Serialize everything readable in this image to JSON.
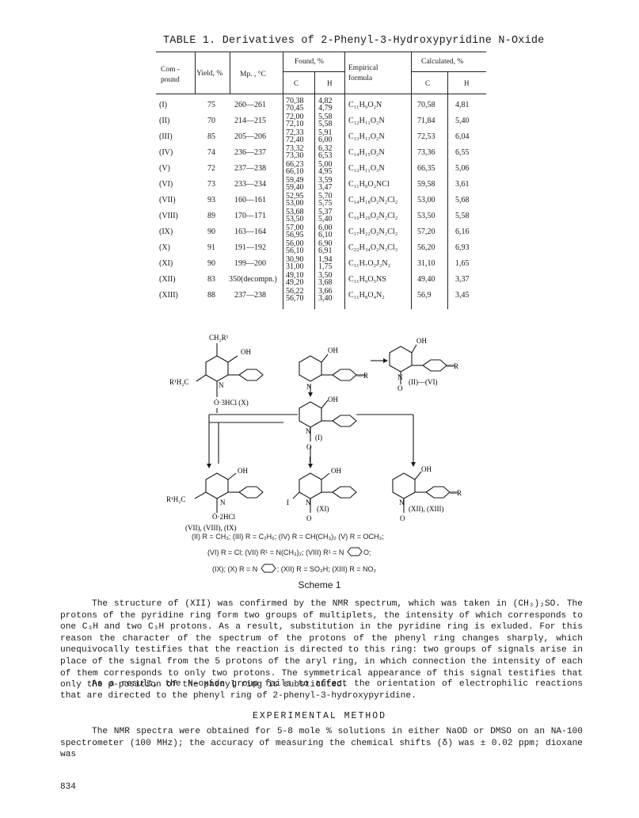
{
  "table": {
    "title": "TABLE 1. Derivatives of 2-Phenyl-3-Hydroxypyridine N-Oxide",
    "headers": {
      "compound": "Com-\npound",
      "compound_l1": "Com -",
      "compound_l2": "pound",
      "yield": "Yield, %",
      "mp": "Mp. , °C",
      "found": "Found, %",
      "found_c": "C",
      "found_h": "H",
      "formula_l1": "Empirical",
      "formula_l2": "formula",
      "calc": "Calculated, %",
      "calc_c": "C",
      "calc_h": "H"
    },
    "rows": [
      {
        "compound": "(I)",
        "yield": "75",
        "mp": "260—261",
        "found_c": [
          "70,38",
          "70,45"
        ],
        "found_h": [
          "4,82",
          "4,79"
        ],
        "formula": "C₁₁H₉O₂N",
        "calc_c": "70,58",
        "calc_h": "4,81"
      },
      {
        "compound": "(II)",
        "yield": "70",
        "mp": "214—215",
        "found_c": [
          "72,00",
          "72,10"
        ],
        "found_h": [
          "5,58",
          "5,58"
        ],
        "formula": "C₁₂H₁₁O₂N",
        "calc_c": "71,84",
        "calc_h": "5,40"
      },
      {
        "compound": "(III)",
        "yield": "85",
        "mp": "205—206",
        "found_c": [
          "72,33",
          "72,40"
        ],
        "found_h": [
          "5,91",
          "6,00"
        ],
        "formula": "C₁₃H₁₃O₂N",
        "calc_c": "72,53",
        "calc_h": "6,04"
      },
      {
        "compound": "(IV)",
        "yield": "74",
        "mp": "236—237",
        "found_c": [
          "73,32",
          "73,30"
        ],
        "found_h": [
          "6,32",
          "6,53"
        ],
        "formula": "C₁₄H₁₅O₂N",
        "calc_c": "73,36",
        "calc_h": "6,55"
      },
      {
        "compound": "(V)",
        "yield": "72",
        "mp": "237—238",
        "found_c": [
          "66,23",
          "66,10"
        ],
        "found_h": [
          "5,00",
          "4,95"
        ],
        "formula": "C₁₂H₁₁O₃N",
        "calc_c": "66,35",
        "calc_h": "5,06"
      },
      {
        "compound": "(VI)",
        "yield": "73",
        "mp": "233—234",
        "found_c": [
          "59,49",
          "59,40"
        ],
        "found_h": [
          "3,59",
          "3,47"
        ],
        "formula": "C₁₁H₈O₂NCl",
        "calc_c": "59,58",
        "calc_h": "3,61"
      },
      {
        "compound": "(VII)",
        "yield": "93",
        "mp": "160—161",
        "found_c": [
          "52,95",
          "53,00"
        ],
        "found_h": [
          "5,70",
          "5,75"
        ],
        "formula": "C₁₄H₁₈O₂N₂Cl₂",
        "calc_c": "53,00",
        "calc_h": "5,68"
      },
      {
        "compound": "(VIII)",
        "yield": "89",
        "mp": "170—171",
        "found_c": [
          "53,68",
          "53,50"
        ],
        "found_h": [
          "5,37",
          "5,40"
        ],
        "formula": "C₁₆H₂₀O₂N₂Cl₂",
        "calc_c": "53,50",
        "calc_h": "5,58"
      },
      {
        "compound": "(IX)",
        "yield": "90",
        "mp": "163—164",
        "found_c": [
          "57,00",
          "56,95"
        ],
        "found_h": [
          "6,00",
          "6,10"
        ],
        "formula": "C₁₇H₂₂O₂N₂Cl₂",
        "calc_c": "57,20",
        "calc_h": "6,16"
      },
      {
        "compound": "(X)",
        "yield": "91",
        "mp": "191—192",
        "found_c": [
          "56,00",
          "56,10"
        ],
        "found_h": [
          "6,90",
          "6,91"
        ],
        "formula": "C₂₂H₃₄O₂N₃Cl₃",
        "calc_c": "56,20",
        "calc_h": "6,93"
      },
      {
        "compound": "(XI)",
        "yield": "90",
        "mp": "199—200",
        "found_c": [
          "30,90",
          "31,00"
        ],
        "found_h": [
          "1,94",
          "1,75"
        ],
        "formula": "C₁₁H₇O₂J₂N₂",
        "calc_c": "31,10",
        "calc_h": "1,65"
      },
      {
        "compound": "(XII)",
        "yield": "83",
        "mp": "350(decompn.)",
        "found_c": [
          "49,10",
          "49,20"
        ],
        "found_h": [
          "3,50",
          "3,68"
        ],
        "formula": "C₁₁H₉O₅NS",
        "calc_c": "49,40",
        "calc_h": "3,37"
      },
      {
        "compound": "(XIII)",
        "yield": "88",
        "mp": "237—238",
        "found_c": [
          "56,22",
          "56,70"
        ],
        "found_h": [
          "3,66",
          "3,40"
        ],
        "formula": "C₁₁H₈O₄N₂",
        "calc_c": "56,9",
        "calc_h": "3,45"
      }
    ]
  },
  "scheme": {
    "caption": "Scheme 1",
    "labels": {
      "ch2r1": "CH₂R¹",
      "oh": "OH",
      "r1h2c": "R¹H₂C",
      "n": "N",
      "o": "O",
      "r": "—R",
      "hcl3": "Ȯ·3HCl (X)",
      "hcl2": "Ȯ·2HCl",
      "cpd_I": "(I)",
      "cpd_XI": "(XI)",
      "cpd_II_VI": "(II)—(VI)",
      "cpd_XII_XIII": "(XII), (XIII)",
      "iodine": "I",
      "cpd_VII_IX": "(VII), (VIII), (IX)"
    },
    "legend_lines": [
      "(II) R = CH₃;  (III) R = C₂H₅;  (IV) R = CH(CH₃)₂  (V) R = OCH₃;",
      "(VI) R = Cl;  (VII) R¹ = N(CH₃)₂;  (VIII) R¹ = N",
      "O;",
      "(IX); (X) R = N",
      ";  (XII) R = SO₃H;  (XIII) R = NO₂"
    ]
  },
  "body": {
    "para1": "The structure of (XII) was confirmed by the NMR spectrum, which was taken in (CH₃)₂SO. The protons of the pyridine ring form two groups of multiplets, the intensity of which corresponds to one C₃H and two C₃H protons. As a result, substitution in the pyridine ring is exluded. For this reason the character of the spectrum of the protons of the phenyl ring changes sharply, which unequivocally testifies that the reaction is directed to this ring: two groups of signals arise in place of the signal from the 5 protons of the aryl ring, in which connection the intensity of each of them corresponds to only two protons. The symmetrical appearance of this signal testifies that only the p-position of the phenyl ring is substituted.",
    "para2": "As a result, the N-oxide group fails to affect the orientation of electrophilic reactions that are directed to the phenyl ring of 2-phenyl-3-hydroxypyridine.",
    "heading": "EXPERIMENTAL METHOD",
    "para3": "The NMR spectra were obtained for 5-8 mole % solutions in either NaOD or DMSO on an NA-100 spectrometer (100 MHz); the accuracy of measuring the chemical shifts (δ) was ± 0.02 ppm; dioxane was",
    "page_number": "834"
  }
}
